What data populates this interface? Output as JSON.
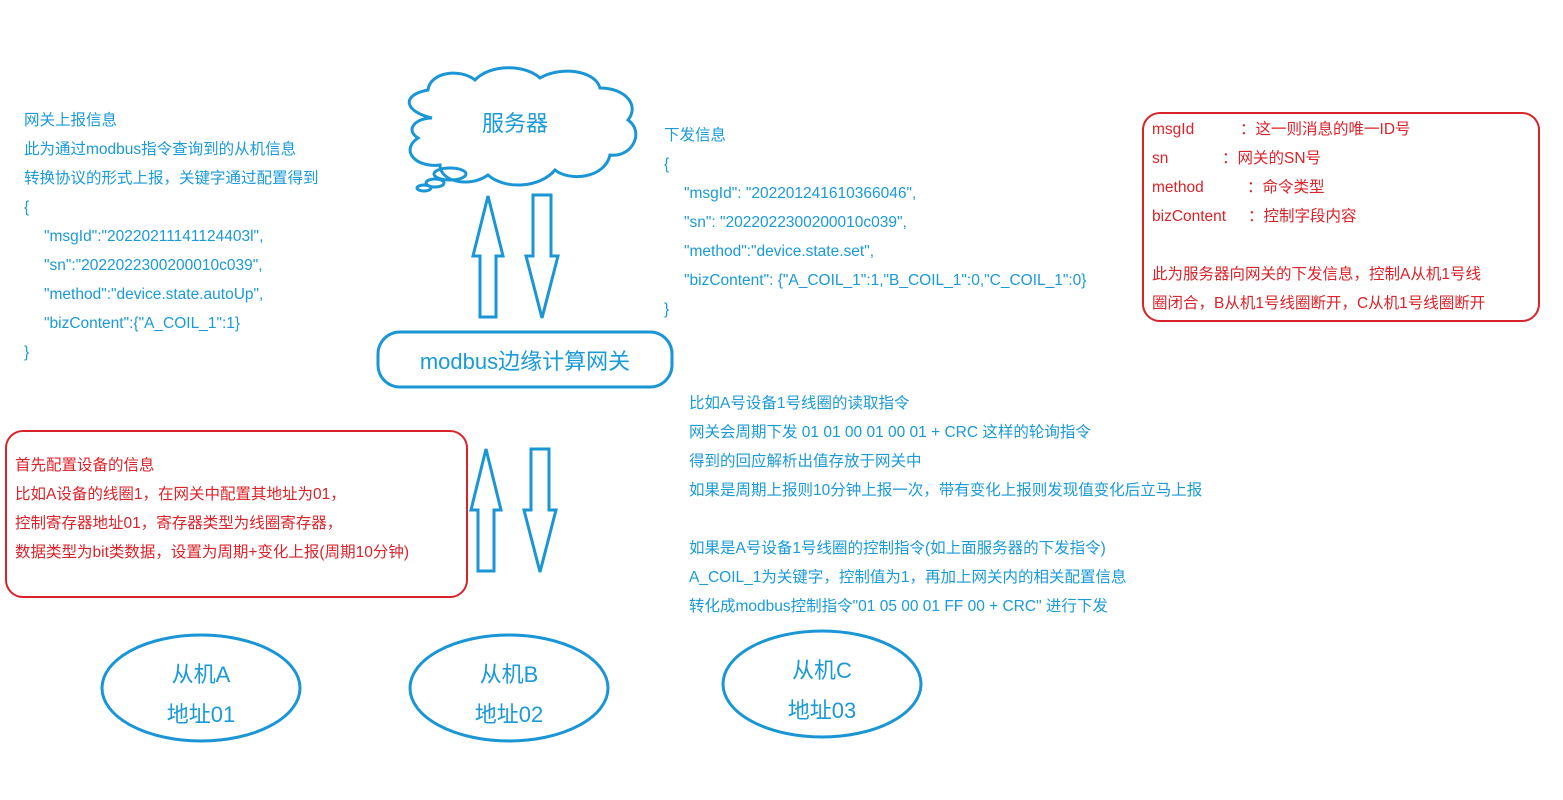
{
  "colors": {
    "blue": "#1a9ad6",
    "red": "#d9232a"
  },
  "server": {
    "label": "服务器",
    "icon": "cloud-icon"
  },
  "gateway": {
    "label": "modbus边缘计算网关"
  },
  "slaves": [
    {
      "name": "从机A",
      "address": "地址01"
    },
    {
      "name": "从机B",
      "address": "地址02"
    },
    {
      "name": "从机C",
      "address": "地址03"
    }
  ],
  "upload": {
    "lines": [
      "网关上报信息",
      "此为通过modbus指令查询到的从机信息",
      "转换协议的形式上报，关键字通过配置得到",
      "{"
    ],
    "json": [
      "\"msgId\":\"20220211141124403l\",",
      "\"sn\":\"2022022300200010c039\",",
      "\"method\":\"device.state.autoUp\",",
      "\"bizContent\":{\"A_COIL_1\":1}"
    ],
    "close": "}"
  },
  "downlink": {
    "title": "下发信息",
    "open": "{",
    "json": [
      "\"msgId\": \"202201241610366046\",",
      "\"sn\": \"2022022300200010c039\",",
      "\"method\":\"device.state.set\",",
      "\"bizContent\": {\"A_COIL_1\":1,\"B_COIL_1\":0,\"C_COIL_1\":0}"
    ],
    "close": "}"
  },
  "legend": {
    "fields": [
      {
        "key": "msgId",
        "sep": "：",
        "desc": "这一则消息的唯一ID号"
      },
      {
        "key": "sn",
        "sep": "：",
        "desc": "网关的SN号"
      },
      {
        "key": "method",
        "sep": "：",
        "desc": "命令类型"
      },
      {
        "key": "bizContent",
        "sep": "：",
        "desc": "控制字段内容"
      }
    ],
    "note": [
      "此为服务器向网关的下发信息，控制A从机1号线",
      "圈闭合，B从机1号线圈断开，C从机1号线圈断开"
    ]
  },
  "config": {
    "lines": [
      "首先配置设备的信息",
      "比如A设备的线圈1，在网关中配置其地址为01，",
      "控制寄存器地址01，寄存器类型为线圈寄存器，",
      "数据类型为bit类数据，设置为周期+变化上报(周期10分钟)"
    ]
  },
  "explain": {
    "read": [
      "比如A号设备1号线圈的读取指令",
      "网关会周期下发 01 01 00 01 00 01 + CRC 这样的轮询指令",
      "得到的回应解析出值存放于网关中",
      "如果是周期上报则10分钟上报一次，带有变化上报则发现值变化后立马上报"
    ],
    "control": [
      "如果是A号设备1号线圈的控制指令(如上面服务器的下发指令)",
      "A_COIL_1为关键字，控制值为1，再加上网关内的相关配置信息",
      "转化成modbus控制指令\"01 05 00 01 FF 00 + CRC\" 进行下发"
    ]
  }
}
